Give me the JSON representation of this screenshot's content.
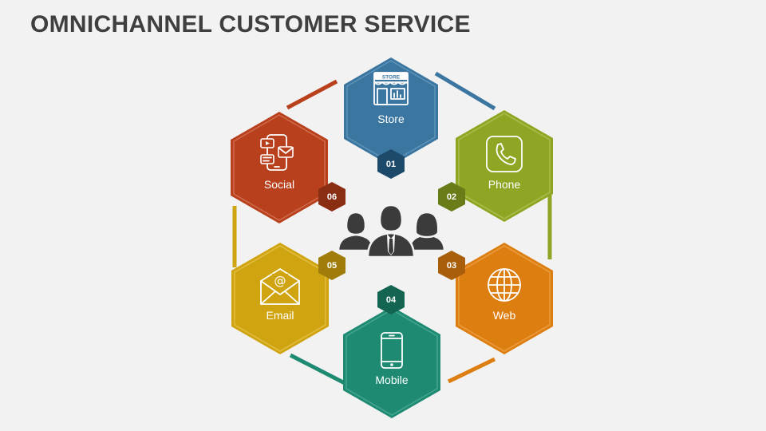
{
  "title": "OMNICHANNEL CUSTOMER SERVICE",
  "center": {
    "icon": "customer-group-icon"
  },
  "channels": [
    {
      "number": "01",
      "label": "Store",
      "icon": "store-icon",
      "icon_text": "STORE",
      "color": "#3b76a1",
      "dark": "#1d4a6b"
    },
    {
      "number": "02",
      "label": "Phone",
      "icon": "phone-icon",
      "color": "#8ea623",
      "dark": "#687d17"
    },
    {
      "number": "03",
      "label": "Web",
      "icon": "globe-icon",
      "color": "#dd7e10",
      "dark": "#a85e0b"
    },
    {
      "number": "04",
      "label": "Mobile",
      "icon": "mobile-icon",
      "color": "#1e8a72",
      "dark": "#136552"
    },
    {
      "number": "05",
      "label": "Email",
      "icon": "email-icon",
      "color": "#d0a411",
      "dark": "#a07d0b"
    },
    {
      "number": "06",
      "label": "Social",
      "icon": "social-media-icon",
      "color": "#b8401d",
      "dark": "#8a2e13"
    }
  ]
}
